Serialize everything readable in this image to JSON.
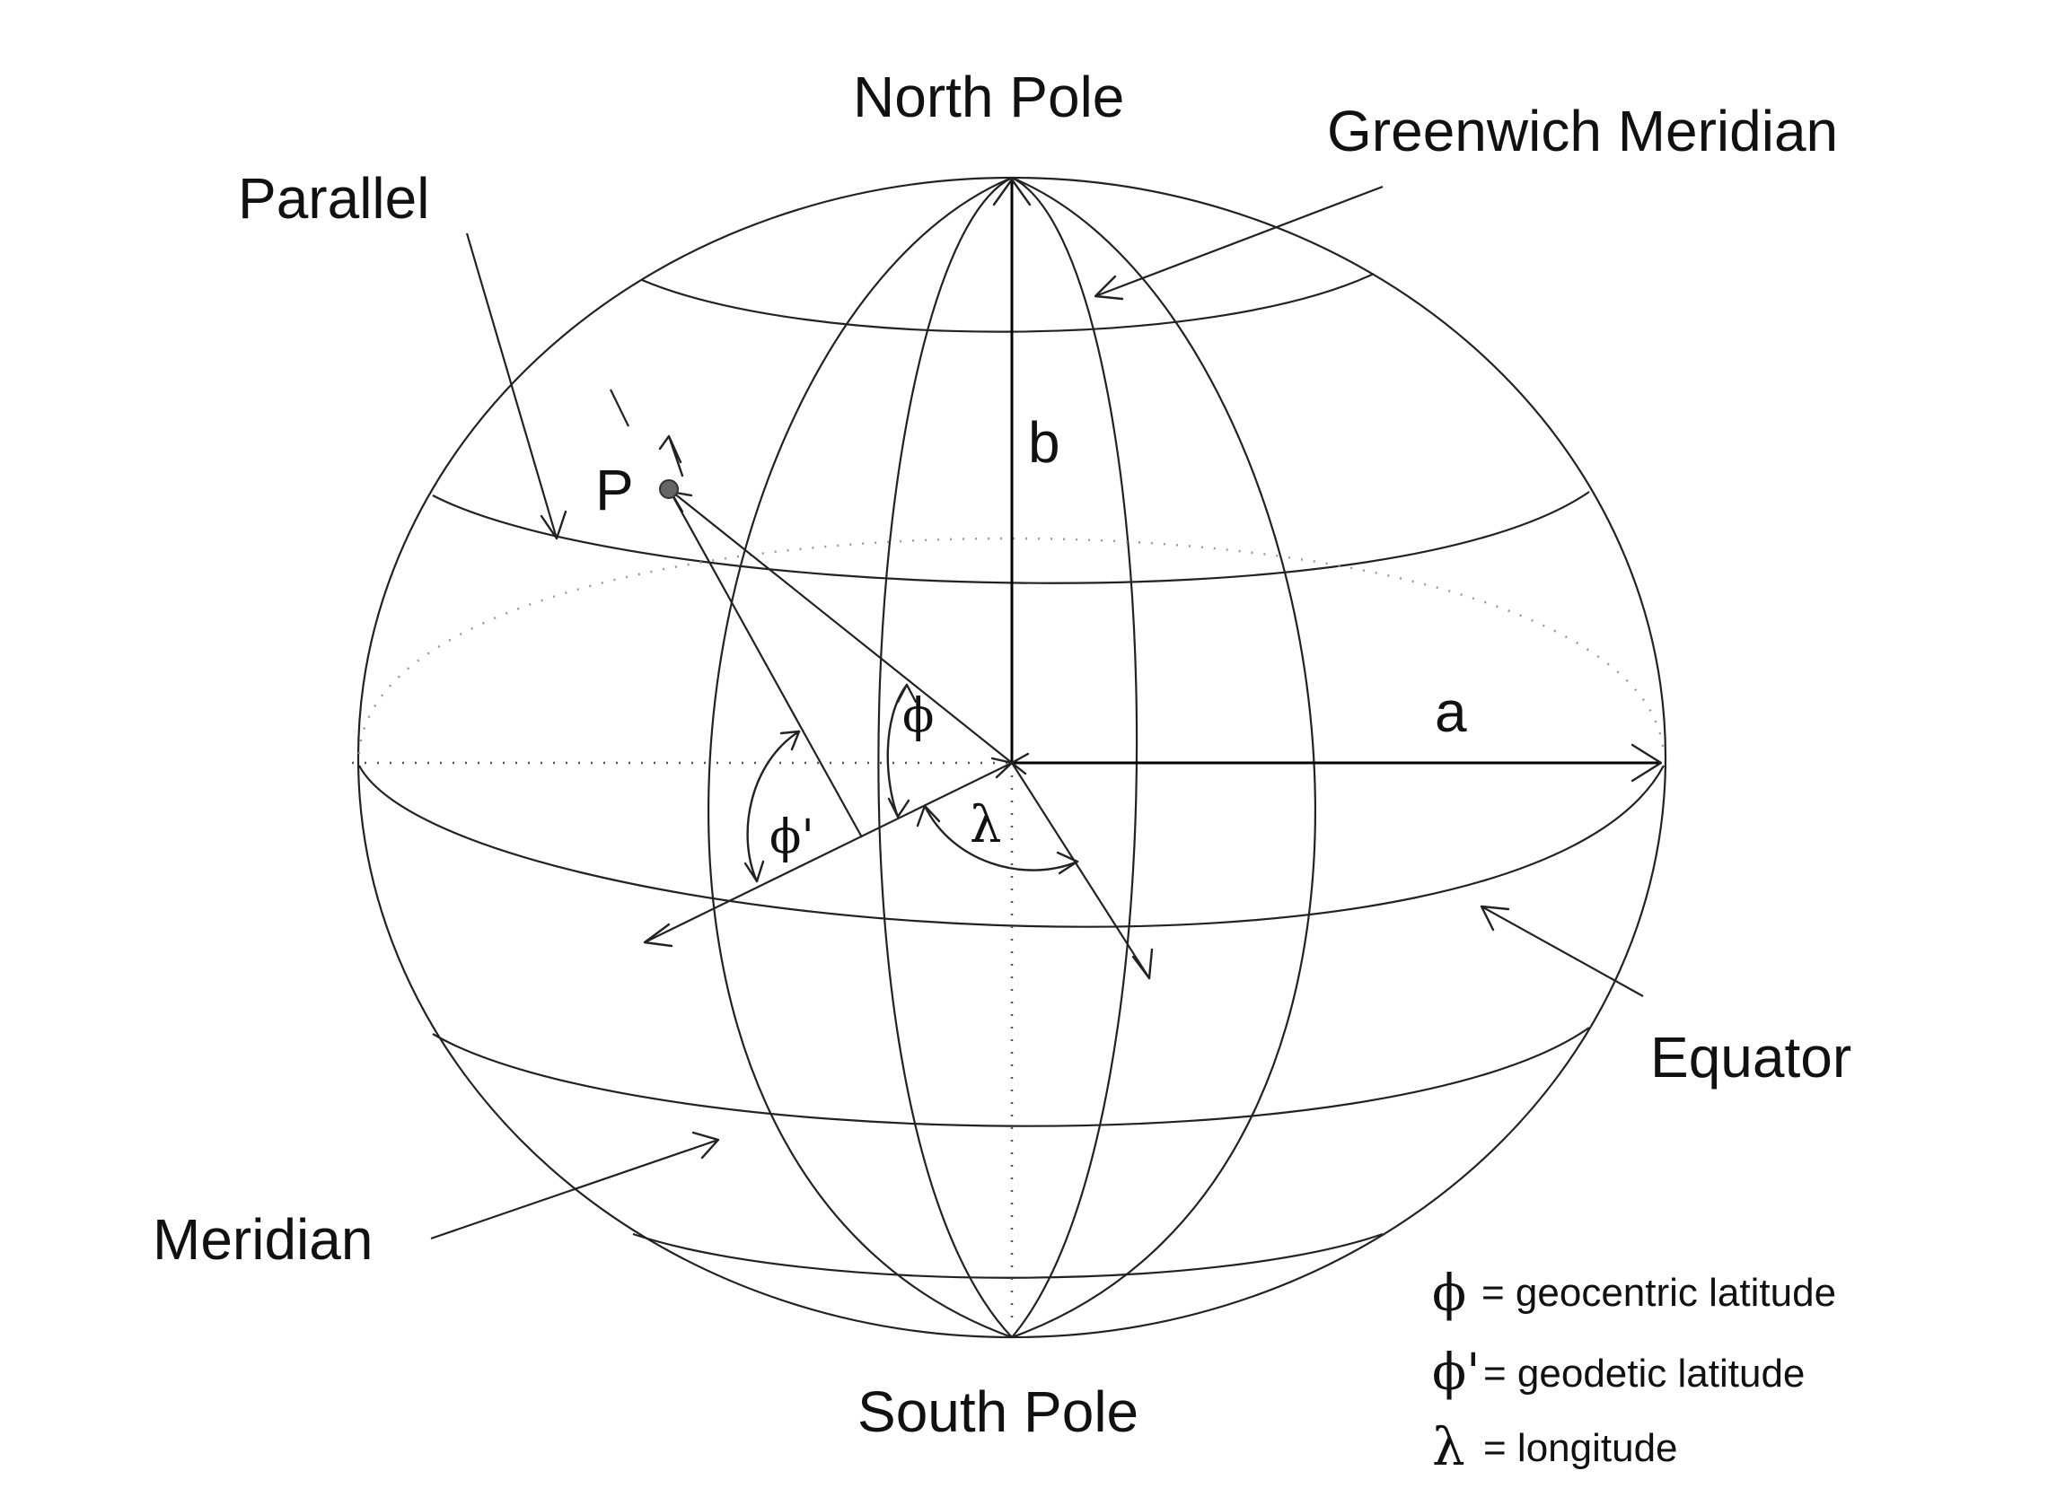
{
  "labels": {
    "north_pole": "North Pole",
    "south_pole": "South Pole",
    "greenwich_meridian": "Greenwich Meridian",
    "parallel": "Parallel",
    "meridian": "Meridian",
    "equator": "Equator",
    "point": "P",
    "semi_minor_axis": "b",
    "semi_major_axis": "a"
  },
  "symbols": {
    "phi": "ϕ",
    "phi_prime": "ϕ'",
    "lambda": "λ"
  },
  "legend": [
    {
      "symbol": "ϕ",
      "text": "= geocentric latitude"
    },
    {
      "symbol": "ϕ'",
      "text": "= geodetic latitude"
    },
    {
      "symbol": "λ",
      "text": "= longitude"
    }
  ]
}
